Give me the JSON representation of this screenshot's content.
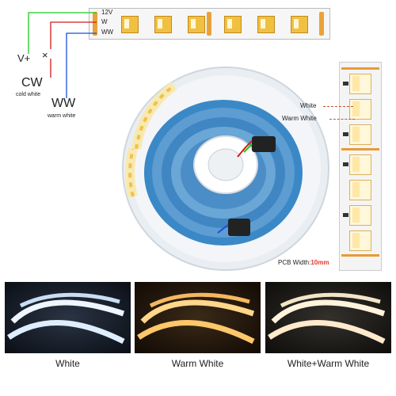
{
  "wiring": {
    "strip_pins": [
      "12V",
      "W",
      "WW"
    ],
    "vplus_label": "V+",
    "x_mark": "×",
    "cw_label": "CW",
    "cw_sub": "cold white",
    "ww_label": "WW",
    "ww_sub": "warm white",
    "wire_colors": {
      "vplus": "#1ec81e",
      "cw": "#d61a1a",
      "ww": "#1a4fd6"
    }
  },
  "side_strip": {
    "white_label": "White",
    "warm_white_label": "Warm White",
    "pcb_label": "PCB Width:",
    "pcb_value": "10mm"
  },
  "photos": {
    "captions": [
      "White",
      "Warm White",
      "White+Warm White"
    ]
  }
}
